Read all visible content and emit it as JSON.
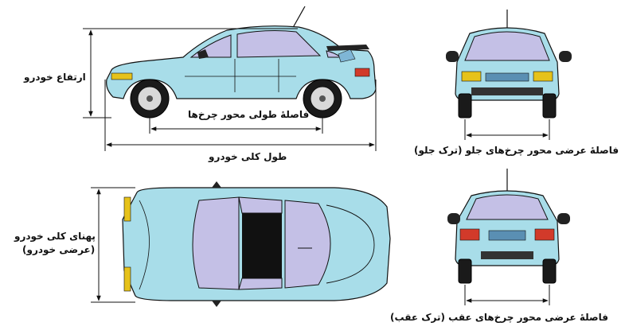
{
  "labels": {
    "height": "ارتفاع خودرو",
    "wheelbase": "فاصلهٔ طولی محور چرخ‌ها",
    "overall_length": "طول کلی خودرو",
    "front_track": "فاصلهٔ عرضی محور چرخ‌های جلو (ترک جلو)",
    "overall_width": "پهنای کلی خودرو",
    "overall_width_sub": "(عرضی خودرو)",
    "rear_track": "فاصلهٔ عرضی محور چرخ‌های عقب (ترک عقب)"
  },
  "colors": {
    "body": "#a8dde9",
    "glass": "#c4c0e6",
    "tire": "#1a1a1a",
    "light_amber": "#e6c21a",
    "light_red": "#d23a2a"
  }
}
